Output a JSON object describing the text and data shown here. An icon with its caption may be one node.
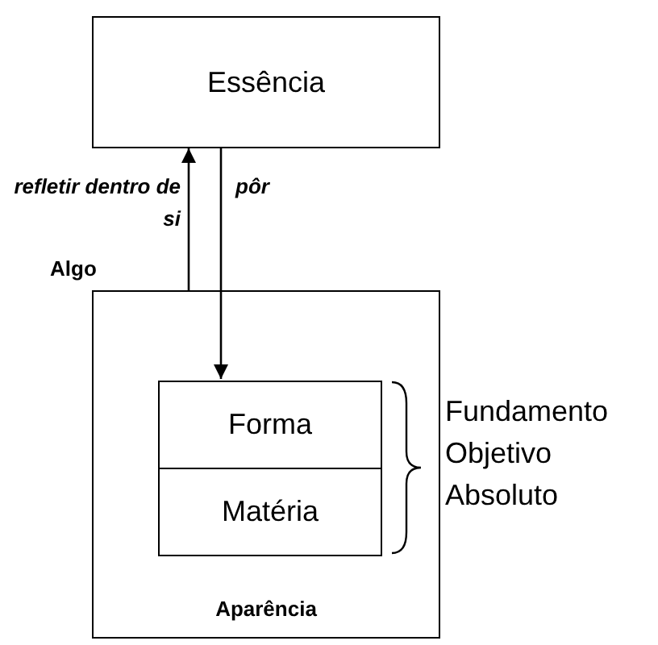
{
  "diagram": {
    "nodes": [
      {
        "text": [
          "Essência"
        ]
      },
      {
        "text": [
          "Algo",
          "Aparência"
        ]
      },
      {
        "text": [
          "Forma"
        ],
        "in": 1
      },
      {
        "text": [
          "Matéria"
        ],
        "in": 1
      }
    ],
    "edges": [
      {
        "from": 1,
        "to": 0,
        "arrow": "to",
        "label": "refletir dentro de si"
      },
      {
        "from": 0,
        "to": 2,
        "arrow": "to",
        "label": "pôr"
      }
    ],
    "labels": [
      "Fundamento Objetivo Absoluto"
    ]
  }
}
